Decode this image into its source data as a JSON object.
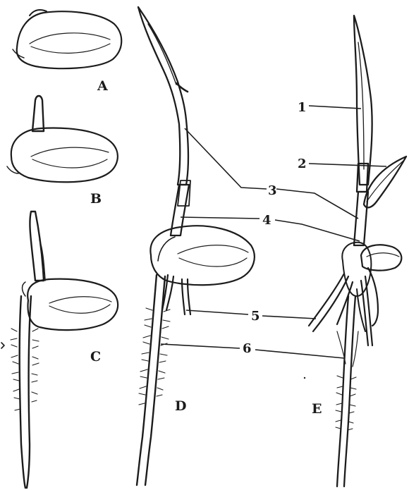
{
  "stages": {
    "a": "A",
    "b": "B",
    "c": "C",
    "d": "D",
    "e": "E"
  },
  "labels": {
    "n1": "1",
    "n2": "2",
    "n3": "3",
    "n4": "4",
    "n5": "5",
    "n6": "6"
  },
  "colors": {
    "ink": "#1c1c1c",
    "seed_fill": "#e9e6df",
    "background": "#ffffff"
  }
}
